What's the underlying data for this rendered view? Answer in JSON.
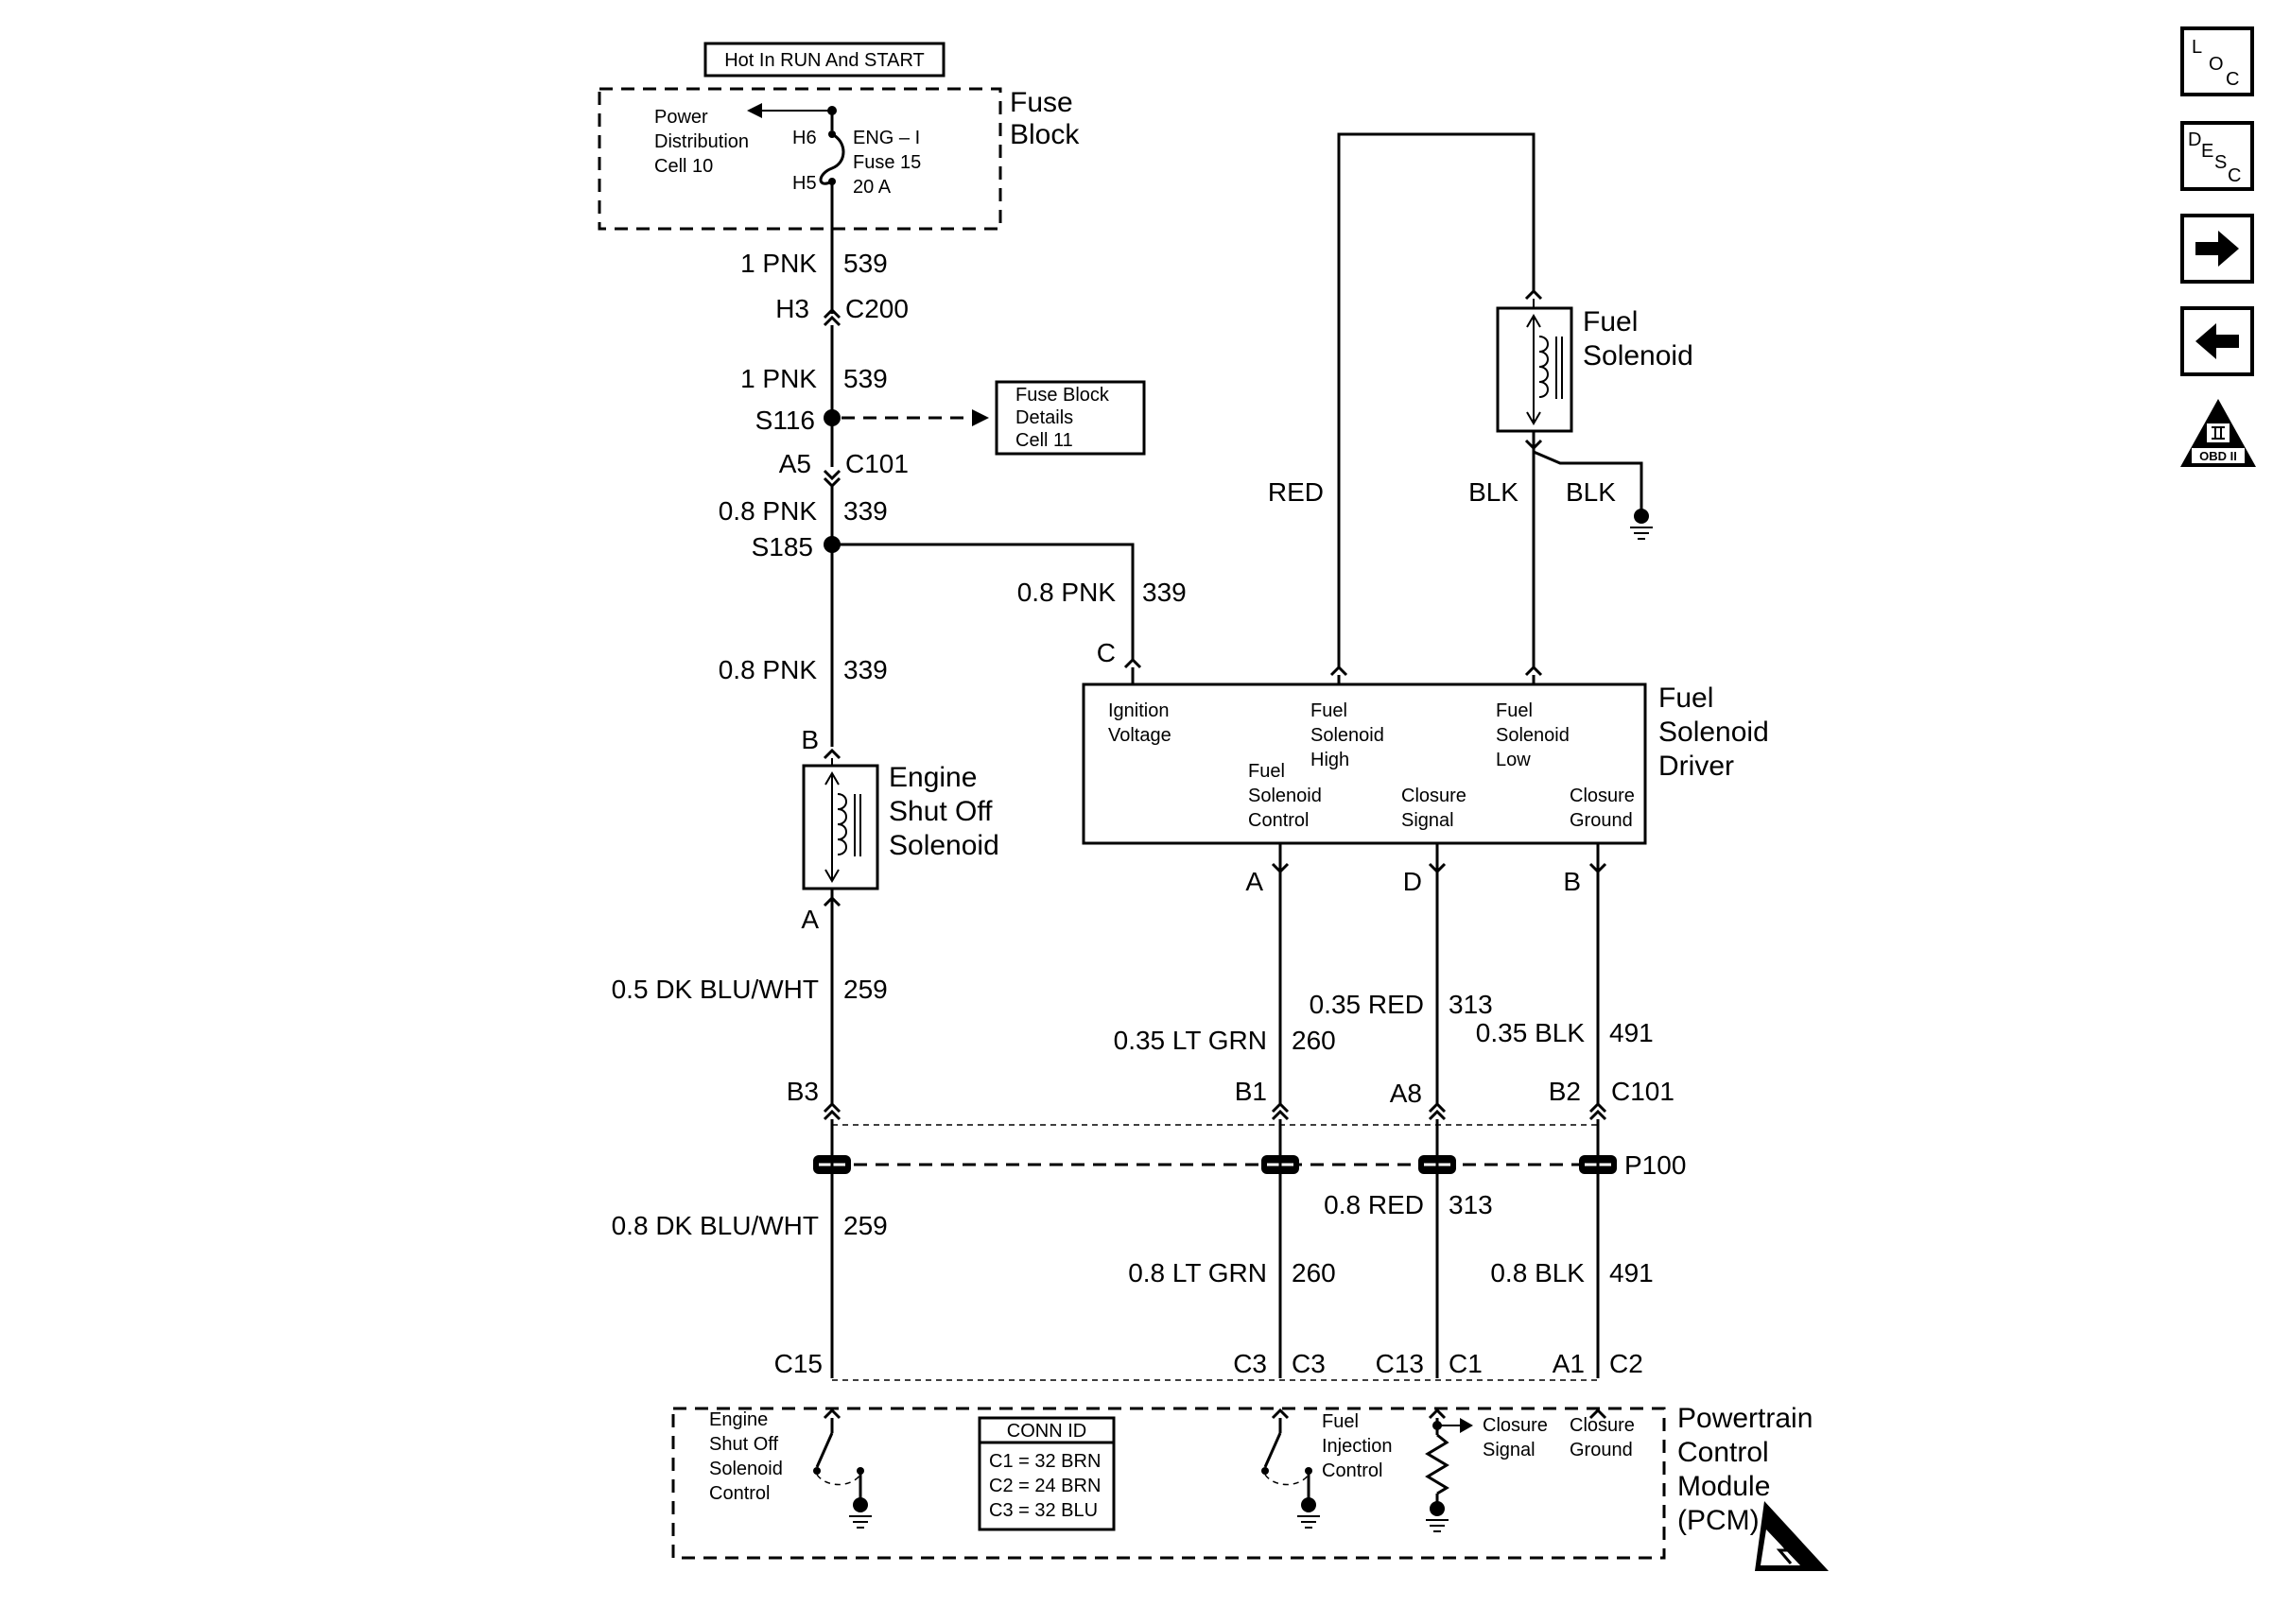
{
  "fuse_block": {
    "hot_label": "Hot In RUN And START",
    "title_line1": "Fuse",
    "title_line2": "Block",
    "cell_line1": "Power",
    "cell_line2": "Distribution",
    "cell_line3": "Cell 10",
    "pin_h6": "H6",
    "pin_h5": "H5",
    "fuse_line1": "ENG – I",
    "fuse_line2": "Fuse 15",
    "fuse_line3": "20 A"
  },
  "main_wire": {
    "seg1_gauge": "1 PNK",
    "seg1_circuit": "539",
    "c200_pin": "H3",
    "c200_name": "C200",
    "seg2_gauge": "1 PNK",
    "seg2_circuit": "539",
    "splice_s116": "S116",
    "ref_box_line1": "Fuse Block",
    "ref_box_line2": "Details",
    "ref_box_line3": "Cell 11",
    "c101_pin": "A5",
    "c101_name": "C101",
    "seg3_gauge": "0.8 PNK",
    "seg3_circuit": "339",
    "splice_s185": "S185",
    "branch_gauge": "0.8 PNK",
    "branch_circuit": "339",
    "branch_pin": "C",
    "seg4_gauge": "0.8 PNK",
    "seg4_circuit": "339"
  },
  "shutoff_solenoid": {
    "pin_b": "B",
    "pin_a": "A",
    "title_line1": "Engine",
    "title_line2": "Shut Off",
    "title_line3": "Solenoid"
  },
  "fuel_solenoid": {
    "title_line1": "Fuel",
    "title_line2": "Solenoid",
    "wire_red": "RED",
    "wire_blk": "BLK",
    "wire_blk_ground": "BLK"
  },
  "driver": {
    "title_line1": "Fuel",
    "title_line2": "Solenoid",
    "title_line3": "Driver",
    "ign_line1": "Ignition",
    "ign_line2": "Voltage",
    "high_line1": "Fuel",
    "high_line2": "Solenoid",
    "high_line3": "High",
    "low_line1": "Fuel",
    "low_line2": "Solenoid",
    "low_line3": "Low",
    "ctrl_line1": "Fuel",
    "ctrl_line2": "Solenoid",
    "ctrl_line3": "Control",
    "csig_line1": "Closure",
    "csig_line2": "Signal",
    "cgnd_line1": "Closure",
    "cgnd_line2": "Ground",
    "pin_a": "A",
    "pin_d": "D",
    "pin_b": "B"
  },
  "upper_wires": {
    "esd_gauge": "0.5 DK BLU/WHT",
    "esd_circuit": "259",
    "ctrl_gauge": "0.35 LT GRN",
    "ctrl_circuit": "260",
    "sig_gauge": "0.35 RED",
    "sig_circuit": "313",
    "gnd_gauge": "0.35 BLK",
    "gnd_circuit": "491"
  },
  "connector_c101": {
    "pin_b3": "B3",
    "pin_b1": "B1",
    "pin_a8": "A8",
    "pin_b2": "B2",
    "name": "C101",
    "passthrough": "P100"
  },
  "lower_wires": {
    "esd_gauge": "0.8 DK BLU/WHT",
    "esd_circuit": "259",
    "ctrl_gauge": "0.8 LT GRN",
    "ctrl_circuit": "260",
    "sig_gauge": "0.8 RED",
    "sig_circuit": "313",
    "gnd_gauge": "0.8 BLK",
    "gnd_circuit": "491"
  },
  "pcm": {
    "pin_c15": "C15",
    "pin_c3a": "C3",
    "pin_c3b": "C3",
    "pin_c13": "C13",
    "pin_c1": "C1",
    "pin_a1": "A1",
    "pin_c2": "C2",
    "title_line1": "Powertrain",
    "title_line2": "Control",
    "title_line3": "Module",
    "title_line4": "(PCM)",
    "esd_line1": "Engine",
    "esd_line2": "Shut Off",
    "esd_line3": "Solenoid",
    "esd_line4": "Control",
    "inj_line1": "Fuel",
    "inj_line2": "Injection",
    "inj_line3": "Control",
    "csig_line1": "Closure",
    "csig_line2": "Signal",
    "cgnd_line1": "Closure",
    "cgnd_line2": "Ground",
    "conn_title": "CONN ID",
    "conn_c1": "C1 = 32 BRN",
    "conn_c2": "C2 = 24 BRN",
    "conn_c3": "C3 = 32 BLU"
  },
  "nav": {
    "loc_l": "L",
    "loc_o": "O",
    "loc_c": "C",
    "desc_d": "D",
    "desc_e": "E",
    "desc_s": "S",
    "desc_c": "C",
    "obd_label": "OBD II"
  }
}
